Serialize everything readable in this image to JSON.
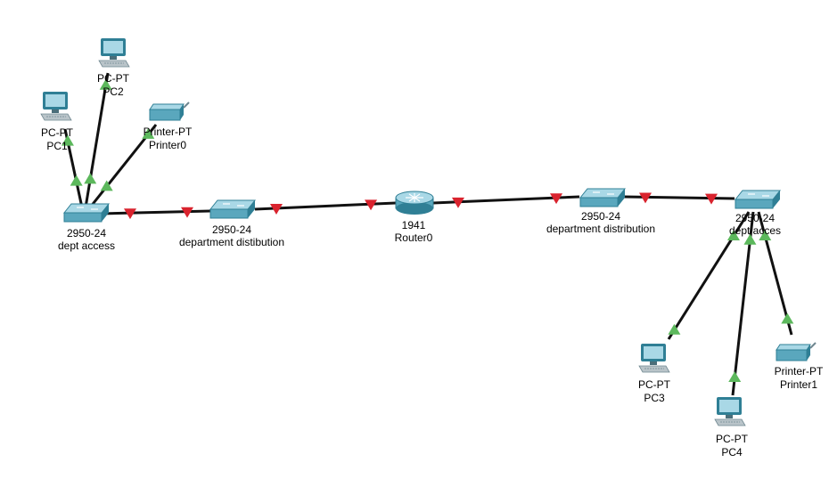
{
  "colors": {
    "link": "#111111",
    "link_up": "#5cb85c",
    "link_down": "#d9232e",
    "device_fill": "#5aa7bd",
    "device_dark": "#2f7f95",
    "device_light": "#a9d8e6"
  },
  "devices": [
    {
      "id": "pc2",
      "icon": "pc-icon",
      "model": "PC-PT",
      "name": "PC2"
    },
    {
      "id": "pc1",
      "icon": "pc-icon",
      "model": "PC-PT",
      "name": "PC1"
    },
    {
      "id": "printer0",
      "icon": "printer-icon",
      "model": "Printer-PT",
      "name": "Printer0"
    },
    {
      "id": "sw_access_left",
      "icon": "switch-icon",
      "model": "2950-24",
      "name": "dept access"
    },
    {
      "id": "sw_dist_left",
      "icon": "switch-icon",
      "model": "2950-24",
      "name": "department distibution"
    },
    {
      "id": "router0",
      "icon": "router-icon",
      "model": "1941",
      "name": "Router0"
    },
    {
      "id": "sw_dist_right",
      "icon": "switch-icon",
      "model": "2950-24",
      "name": "department distribution"
    },
    {
      "id": "sw_access_right",
      "icon": "switch-icon",
      "model": "2950-24",
      "name": "dept acces"
    },
    {
      "id": "pc3",
      "icon": "pc-icon",
      "model": "PC-PT",
      "name": "PC3"
    },
    {
      "id": "pc4",
      "icon": "pc-icon",
      "model": "PC-PT",
      "name": "PC4"
    },
    {
      "id": "printer1",
      "icon": "printer-icon",
      "model": "Printer-PT",
      "name": "Printer1"
    }
  ],
  "links": [
    {
      "from": "sw_access_left",
      "to": "pc1",
      "from_status": "up",
      "to_status": "up"
    },
    {
      "from": "sw_access_left",
      "to": "pc2",
      "from_status": "up",
      "to_status": "up"
    },
    {
      "from": "sw_access_left",
      "to": "printer0",
      "from_status": "up",
      "to_status": "up"
    },
    {
      "from": "sw_access_left",
      "to": "sw_dist_left",
      "from_status": "down",
      "to_status": "down"
    },
    {
      "from": "sw_dist_left",
      "to": "router0",
      "from_status": "down",
      "to_status": "down"
    },
    {
      "from": "router0",
      "to": "sw_dist_right",
      "from_status": "down",
      "to_status": "down"
    },
    {
      "from": "sw_dist_right",
      "to": "sw_access_right",
      "from_status": "down",
      "to_status": "down"
    },
    {
      "from": "sw_access_right",
      "to": "pc3",
      "from_status": "up",
      "to_status": "up"
    },
    {
      "from": "sw_access_right",
      "to": "pc4",
      "from_status": "up",
      "to_status": "up"
    },
    {
      "from": "sw_access_right",
      "to": "printer1",
      "from_status": "up",
      "to_status": "up"
    }
  ]
}
